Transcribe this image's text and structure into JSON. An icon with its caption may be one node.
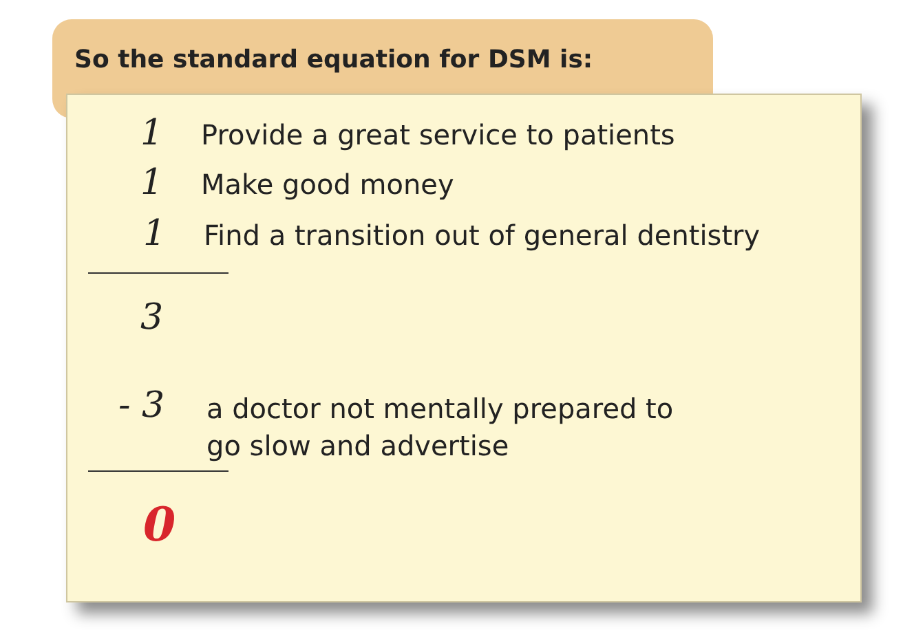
{
  "diagram": {
    "title": "So the standard equation for DSM is:",
    "labels": [
      "1",
      "Provide a great service to patients",
      "1",
      "Make good money",
      "1",
      "Find a transition out of general dentistry",
      "3",
      "- 3",
      "a doctor not mentally prepared to go slow and advertise",
      "0"
    ]
  }
}
